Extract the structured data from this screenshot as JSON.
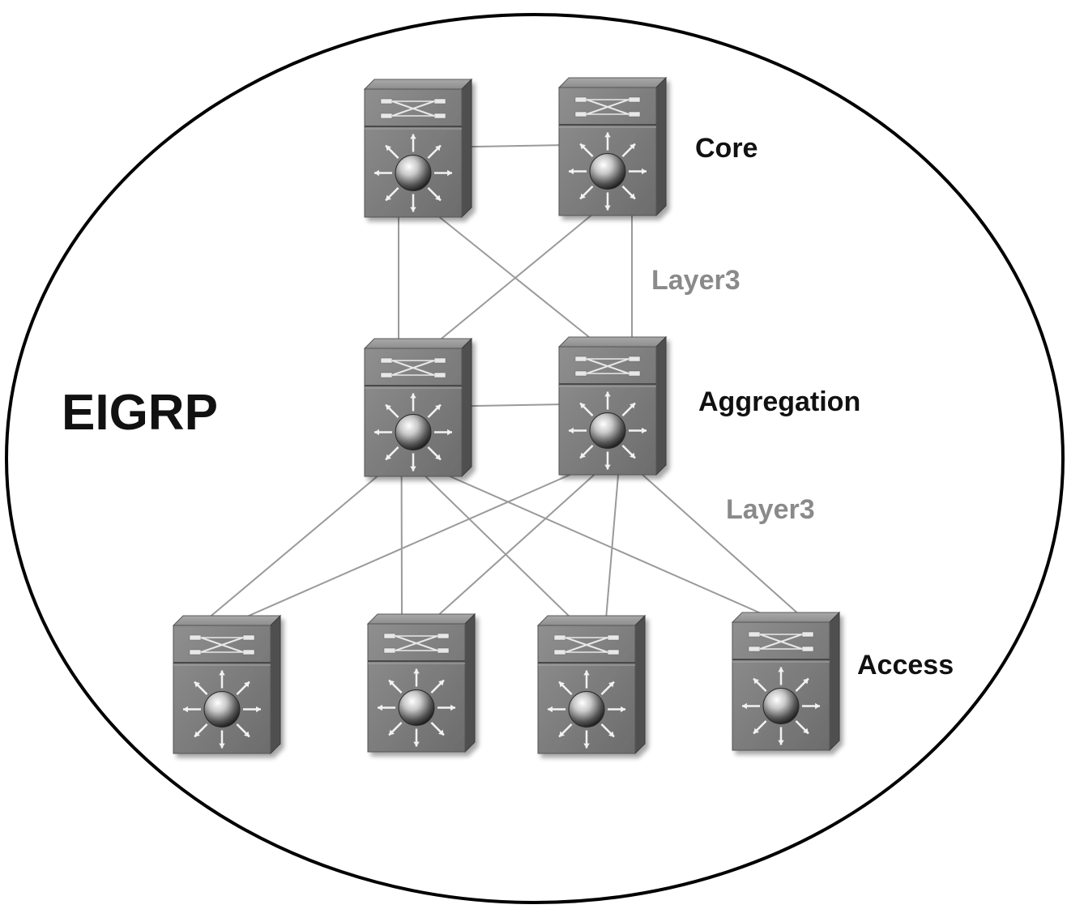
{
  "diagram": {
    "protocol_label": "EIGRP",
    "layers": {
      "core": "Core",
      "aggregation": "Aggregation",
      "access": "Access"
    },
    "link_labels": {
      "core_to_aggregation": "Layer3",
      "aggregation_to_access": "Layer3"
    },
    "devices": [
      {
        "id": "core-1",
        "type": "layer3-switch-icon",
        "layer": "core"
      },
      {
        "id": "core-2",
        "type": "layer3-switch-icon",
        "layer": "core"
      },
      {
        "id": "agg-1",
        "type": "layer3-switch-icon",
        "layer": "aggregation"
      },
      {
        "id": "agg-2",
        "type": "layer3-switch-icon",
        "layer": "aggregation"
      },
      {
        "id": "acc-1",
        "type": "layer3-switch-icon",
        "layer": "access"
      },
      {
        "id": "acc-2",
        "type": "layer3-switch-icon",
        "layer": "access"
      },
      {
        "id": "acc-3",
        "type": "layer3-switch-icon",
        "layer": "access"
      },
      {
        "id": "acc-4",
        "type": "layer3-switch-icon",
        "layer": "access"
      }
    ],
    "links": [
      {
        "from": "core-1",
        "to": "core-2"
      },
      {
        "from": "core-1",
        "to": "agg-1"
      },
      {
        "from": "core-1",
        "to": "agg-2"
      },
      {
        "from": "core-2",
        "to": "agg-1"
      },
      {
        "from": "core-2",
        "to": "agg-2"
      },
      {
        "from": "agg-1",
        "to": "agg-2"
      },
      {
        "from": "agg-1",
        "to": "acc-1"
      },
      {
        "from": "agg-1",
        "to": "acc-2"
      },
      {
        "from": "agg-1",
        "to": "acc-3"
      },
      {
        "from": "agg-1",
        "to": "acc-4"
      },
      {
        "from": "agg-2",
        "to": "acc-1"
      },
      {
        "from": "agg-2",
        "to": "acc-2"
      },
      {
        "from": "agg-2",
        "to": "acc-3"
      },
      {
        "from": "agg-2",
        "to": "acc-4"
      }
    ],
    "colors": {
      "switch_front": "#7a7a7a",
      "switch_side": "#4f4f4f",
      "link": "#9a9a9a",
      "link_label": "#8a8a8a",
      "boundary": "#000000"
    }
  }
}
